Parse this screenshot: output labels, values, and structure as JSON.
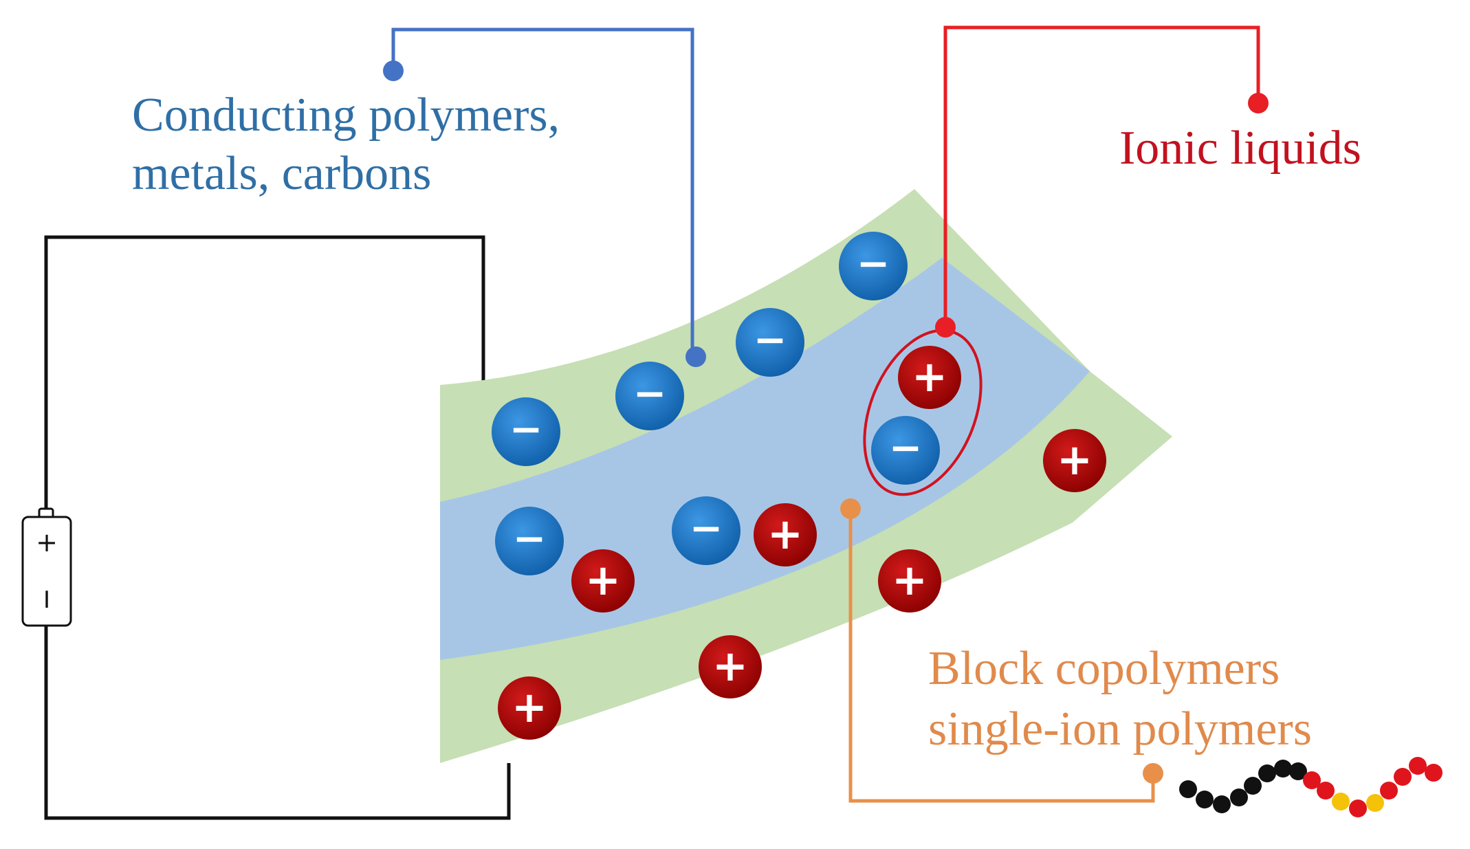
{
  "labels": {
    "conducting": {
      "line1": "Conducting polymers,",
      "line2": "metals, carbons",
      "color": "#2f6fa6"
    },
    "ionic": {
      "text": "Ionic liquids",
      "color": "#c1121f"
    },
    "block": {
      "line1": "Block copolymers",
      "line2": "single-ion polymers",
      "color": "#e08a4c"
    }
  },
  "battery": {
    "plus": "+",
    "minus": "I"
  },
  "ions": {
    "anion_symbol": "−",
    "cation_symbol": "+",
    "anion_color": "#1a73c2",
    "cation_color": "#b30000"
  },
  "layers": {
    "electrode_color": "#c6dfb4",
    "electrolyte_color": "#a7c6e6"
  },
  "leader_colors": {
    "conducting": "#4472c4",
    "ionic": "#e81f25",
    "block": "#e8904a"
  },
  "chain_colors": {
    "black": "#111111",
    "red": "#e0141c",
    "yellow": "#f5c20a"
  }
}
